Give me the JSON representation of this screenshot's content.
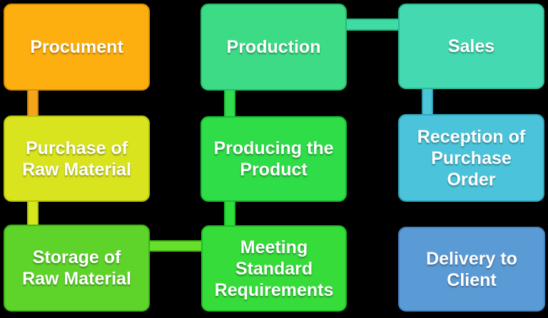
{
  "diagram": {
    "type": "process-flowchart",
    "background_color": "#000000",
    "text_color": "#FFFFFF",
    "nodes": [
      {
        "id": "procurement",
        "label": "Procument",
        "color": "#FCAF0F",
        "border_color": "#D89104"
      },
      {
        "id": "purchase",
        "label": "Purchase of Raw Material",
        "color": "#D9E41F",
        "border_color": "#B6C40B"
      },
      {
        "id": "storage",
        "label": "Storage of Raw Material",
        "color": "#5ED42A",
        "border_color": "#3FB414"
      },
      {
        "id": "production",
        "label": "Production",
        "color": "#3DDB86",
        "border_color": "#25BB6B"
      },
      {
        "id": "producing",
        "label": "Producing the Product",
        "color": "#2EDD47",
        "border_color": "#19BD32"
      },
      {
        "id": "meeting",
        "label": "Meeting Standard Requirements",
        "color": "#35DC3A",
        "border_color": "#1FBC26"
      },
      {
        "id": "sales",
        "label": "Sales",
        "color": "#45D9B2",
        "border_color": "#2BBA94"
      },
      {
        "id": "reception",
        "label": "Reception of Purchase Order",
        "color": "#4BC4DB",
        "border_color": "#2FA5BE"
      },
      {
        "id": "delivery",
        "label": "Delivery to Client",
        "color": "#5B9BD5",
        "border_color": "#4382BE"
      }
    ],
    "connectors": [
      {
        "id": "c1",
        "from": "procurement",
        "to": "purchase",
        "orientation": "vertical",
        "color": "#F6A41C",
        "border_color": "#C98508"
      },
      {
        "id": "c2",
        "from": "purchase",
        "to": "storage",
        "orientation": "vertical",
        "color": "#D5E81E",
        "border_color": "#AEC40D"
      },
      {
        "id": "c3",
        "from": "storage",
        "to": "meeting",
        "orientation": "horizontal",
        "color": "#66DF2B",
        "border_color": "#3EB913"
      },
      {
        "id": "c4",
        "from": "production",
        "to": "producing",
        "orientation": "vertical",
        "color": "#32DC4E",
        "border_color": "#1CBC36"
      },
      {
        "id": "c5",
        "from": "producing",
        "to": "meeting",
        "orientation": "vertical",
        "color": "#2EDF3C",
        "border_color": "#1ABE29"
      },
      {
        "id": "c6",
        "from": "production",
        "to": "sales",
        "orientation": "horizontal",
        "color": "#3EDBA4",
        "border_color": "#26BB86"
      },
      {
        "id": "c7",
        "from": "sales",
        "to": "reception",
        "orientation": "vertical",
        "color": "#4EC4D8",
        "border_color": "#2F9FB5"
      }
    ]
  }
}
